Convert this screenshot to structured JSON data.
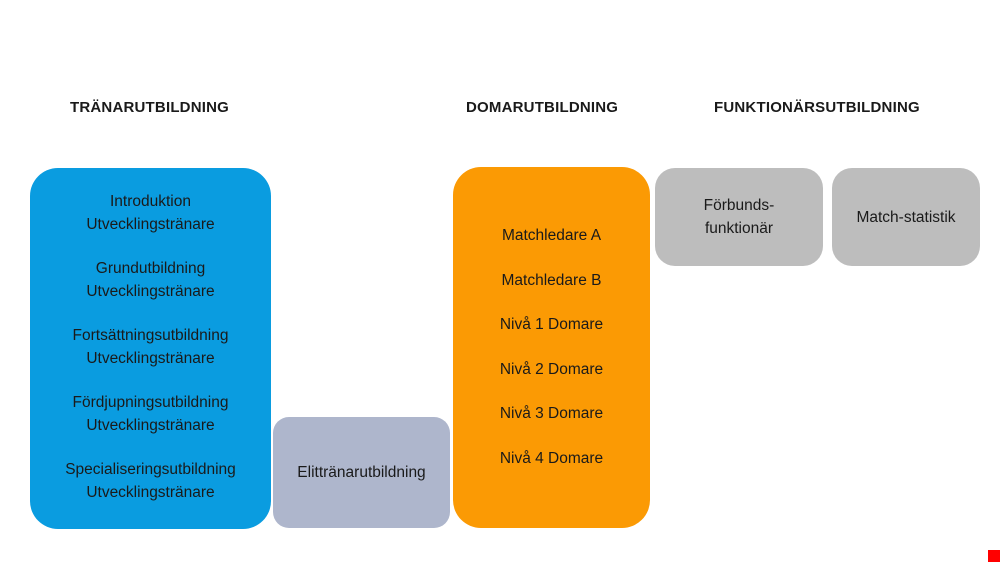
{
  "headings": {
    "coach": "TRÄNARUTBILDNING",
    "referee": "DOMARUTBILDNING",
    "official": "FUNKTIONÄRSUTBILDNING"
  },
  "coach_box": {
    "items": [
      {
        "line1": "Introduktion",
        "line2": "Utvecklingstränare"
      },
      {
        "line1": "Grundutbildning",
        "line2": "Utvecklingstränare"
      },
      {
        "line1": "Fortsättningsutbildning",
        "line2": "Utvecklingstränare"
      },
      {
        "line1": "Fördjupningsutbildning",
        "line2": "Utvecklingstränare"
      },
      {
        "line1": "Specialiseringsutbildning",
        "line2": "Utvecklingstränare"
      }
    ]
  },
  "elite_box": {
    "label": "Elittränarutbildning"
  },
  "referee_box": {
    "items": [
      "Matchledare A",
      "Matchledare B",
      "Nivå 1 Domare",
      "Nivå 2 Domare",
      "Nivå 3 Domare",
      "Nivå 4 Domare"
    ]
  },
  "official_boxes": {
    "forbund": {
      "line1": "Förbunds-",
      "line2": "funktionär"
    },
    "match": {
      "label": "Match-statistik"
    }
  },
  "colors": {
    "coach": "#0a9ce0",
    "elite": "#aeb6cc",
    "referee": "#fb9a04",
    "official": "#bdbdbd"
  }
}
